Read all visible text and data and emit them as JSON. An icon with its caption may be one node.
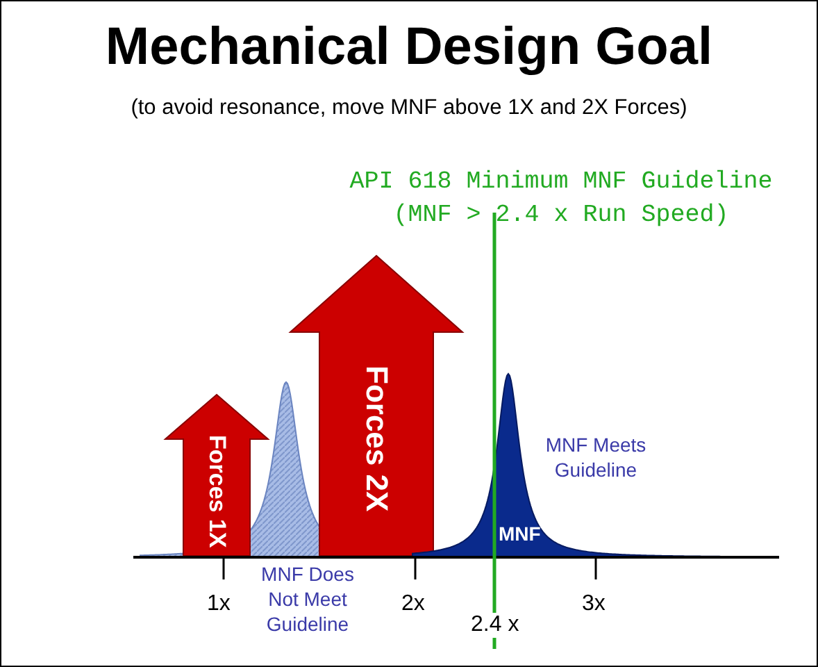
{
  "diagram": {
    "title": "Mechanical Design Goal",
    "nodes": [
      {
        "text": [
          "Forces 1X"
        ]
      },
      {
        "text": [
          "Forces 2X"
        ]
      },
      {
        "text": [
          "MNF"
        ]
      }
    ],
    "labels": [
      "(to avoid resonance, move MNF above 1X and 2X Forces)",
      "API 618 Minimum MNF Guideline (MNF > 2.4 x Run Speed)",
      "MNF Meets Guideline",
      "1x",
      "MNF Does Not Meet Guideline",
      "2x",
      "2.4 x",
      "3x"
    ]
  }
}
